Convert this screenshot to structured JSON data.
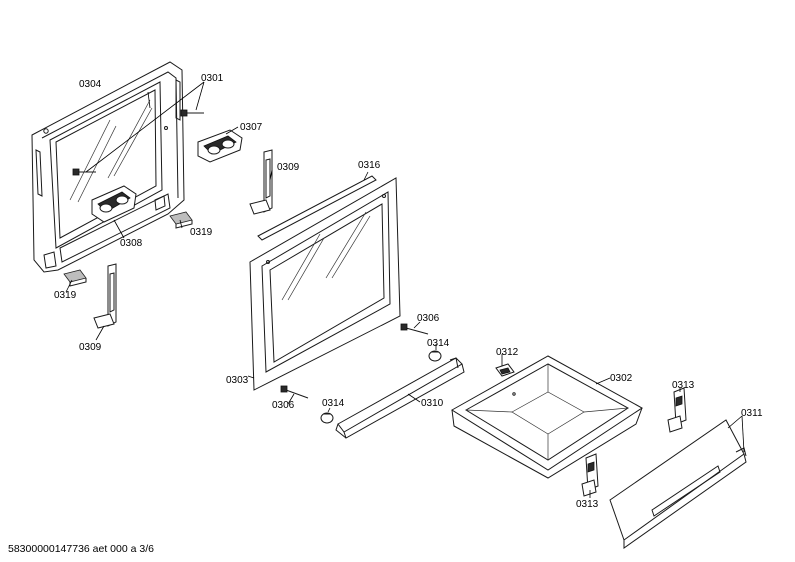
{
  "labels": {
    "p0301": "0301",
    "p0302": "0302",
    "p0303": "0303",
    "p0304": "0304",
    "p0306a": "0306",
    "p0306b": "0306",
    "p0307": "0307",
    "p0308": "0308",
    "p0309a": "0309",
    "p0309b": "0309",
    "p0310": "0310",
    "p0311": "0311",
    "p0312": "0312",
    "p0313a": "0313",
    "p0313b": "0313",
    "p0314a": "0314",
    "p0314b": "0314",
    "p0316": "0316",
    "p0319a": "0319",
    "p0319b": "0319"
  },
  "footer": "58300000147736 aet 000 a 3/6"
}
